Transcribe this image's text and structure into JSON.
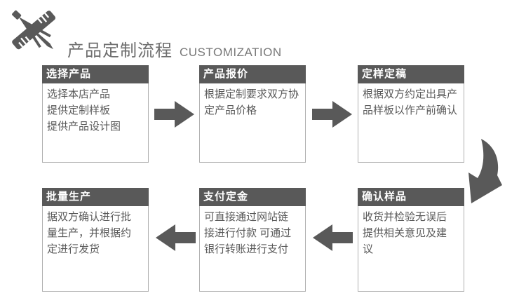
{
  "header": {
    "title_cn": "产品定制流程",
    "title_en": "CUSTOMIZATION",
    "icon": "drafting-tools-icon"
  },
  "flow": {
    "steps": [
      {
        "id": "select-product",
        "title": "选择产品",
        "body": "选择本店产品\n提供定制样板\n提供产品设计图"
      },
      {
        "id": "product-quote",
        "title": "产品报价",
        "body": "根据定制要求双方协\n定产品价格"
      },
      {
        "id": "sample-finalize",
        "title": "定样定稿",
        "body": "根据双方约定出具产\n品样板以作产前确认"
      },
      {
        "id": "confirm-sample",
        "title": "确认样品",
        "body": "收货并检验无误后\n提供相关意见及建\n议"
      },
      {
        "id": "pay-deposit",
        "title": "支付定金",
        "body": "可直接通过网站链\n接进行付款 可通过\n银行转账进行支付"
      },
      {
        "id": "mass-production",
        "title": "批量生产",
        "body": "据双方确认进行批\n量生产，并根据约\n定进行发货"
      }
    ]
  },
  "colors": {
    "accent_dark_gray": "#595959",
    "box_border": "#b0b0b0",
    "title_gray": "#6e6e6e",
    "header_text": "#ffffff",
    "background": "#ffffff"
  }
}
